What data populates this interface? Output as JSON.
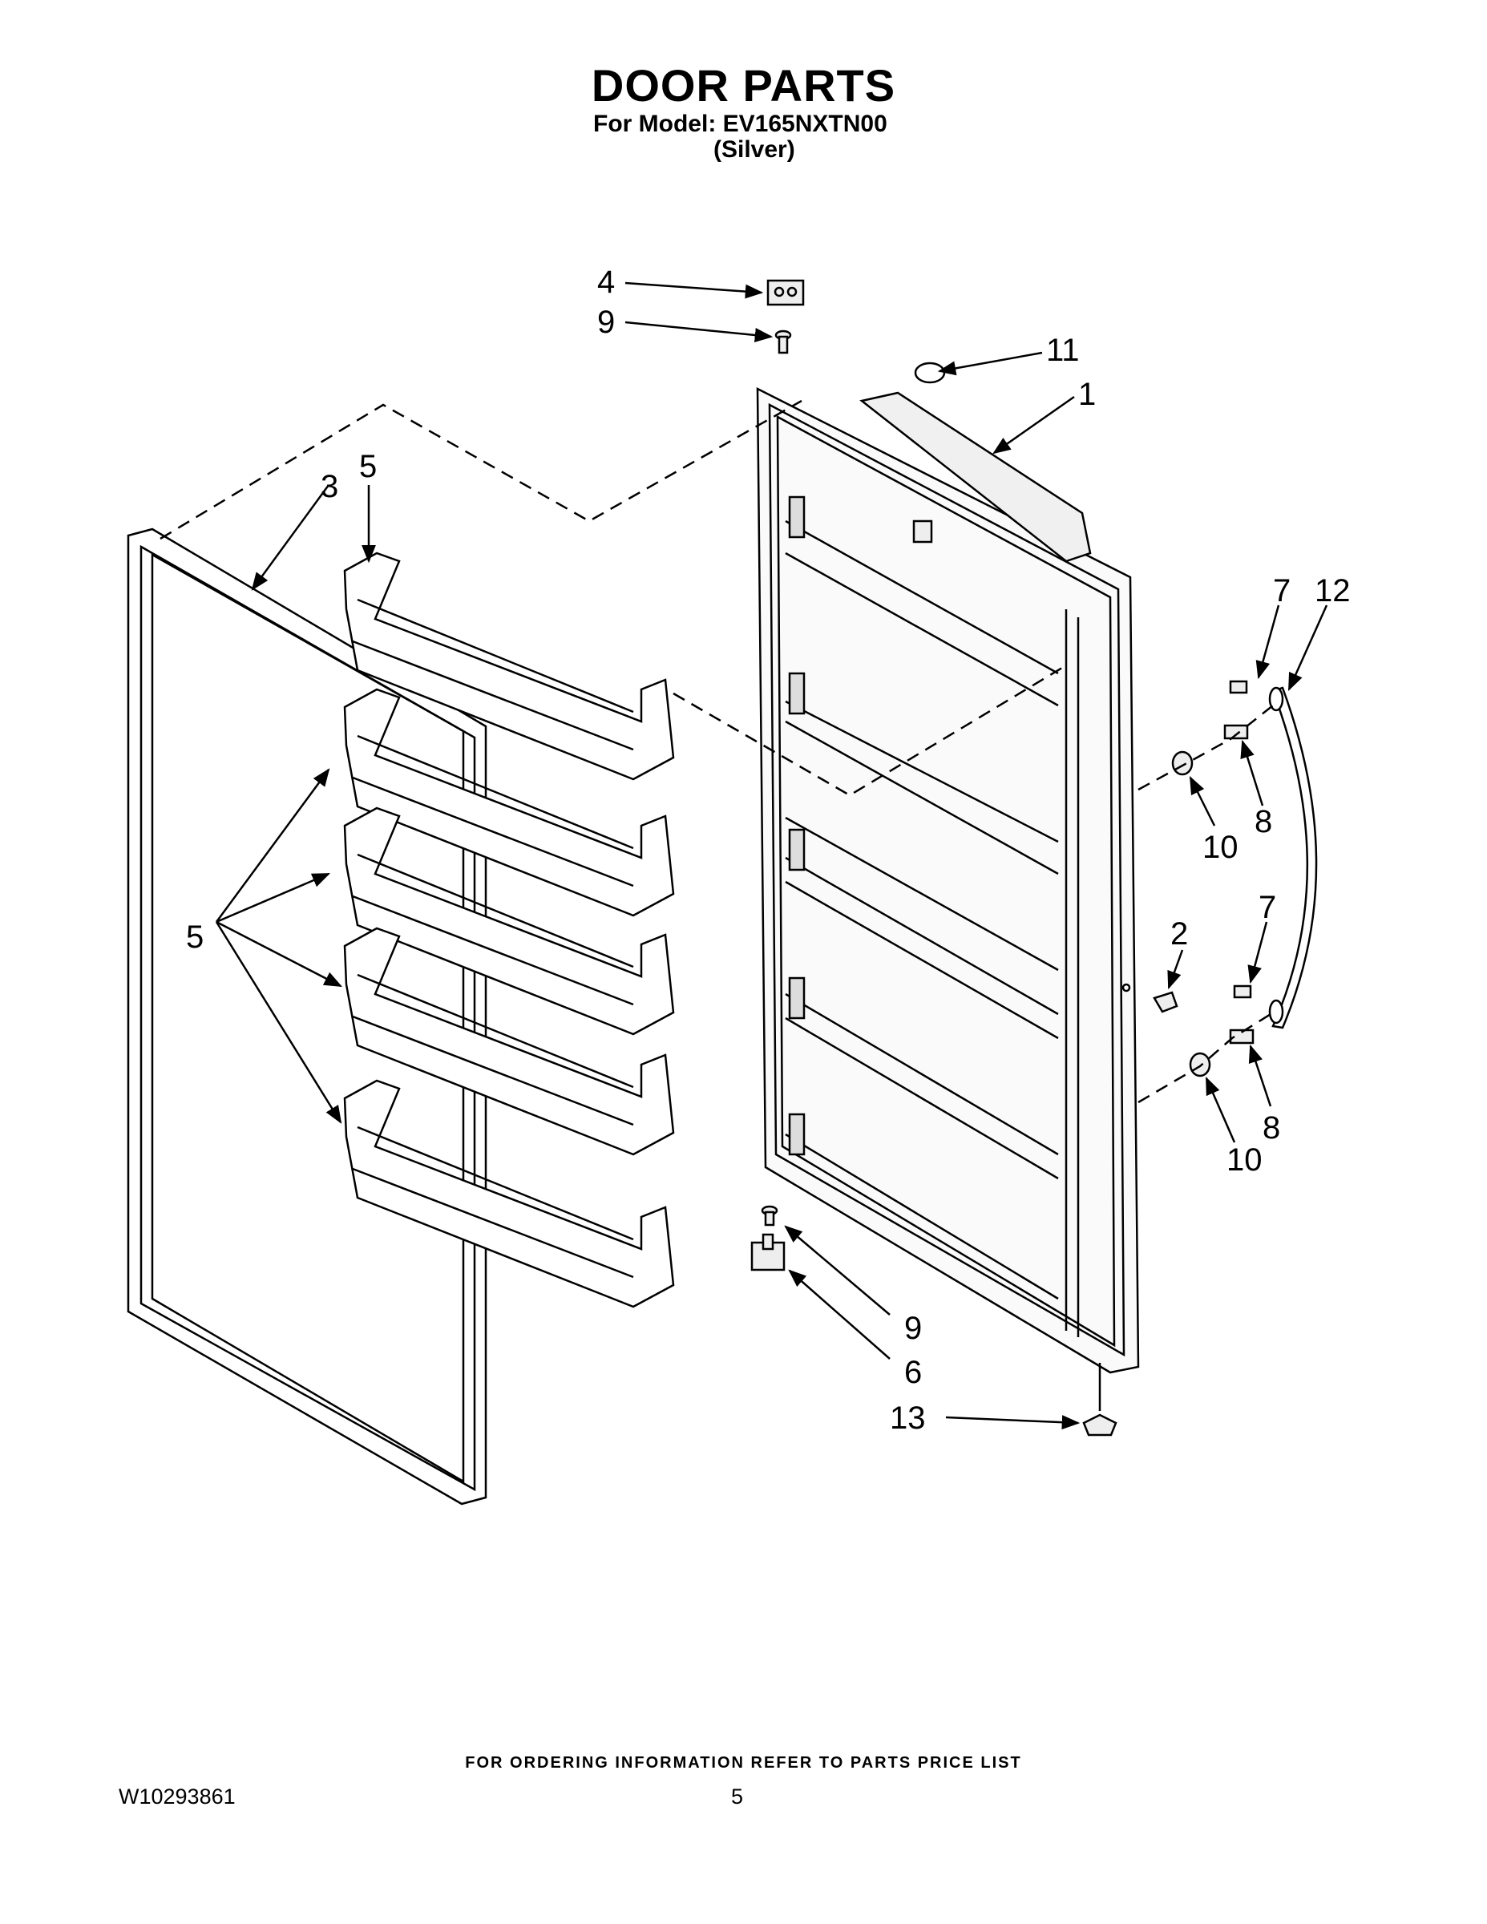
{
  "header": {
    "title": "DOOR PARTS",
    "model_line": "For Model: EV165NXTN00",
    "color_line": "(Silver)"
  },
  "diagram": {
    "callouts": [
      "1",
      "2",
      "3",
      "4",
      "5",
      "5",
      "6",
      "7",
      "7",
      "8",
      "8",
      "9",
      "9",
      "10",
      "10",
      "11",
      "12",
      "13"
    ]
  },
  "footer": {
    "ordering_note": "FOR ORDERING INFORMATION REFER TO PARTS PRICE LIST",
    "document_number": "W10293861",
    "page_number": "5"
  }
}
